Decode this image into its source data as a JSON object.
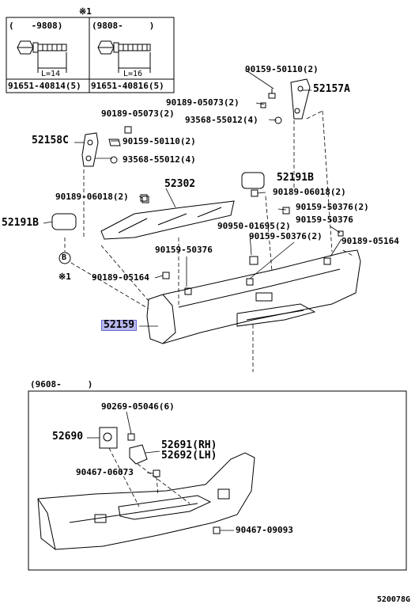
{
  "spec_table": {
    "note_mark": "※1",
    "col1_range": "(　　-9808)",
    "col2_range": "(9808-　　　)",
    "col1_length": "L=14",
    "col2_length": "L=16",
    "col1_part": "91651-40814(5)",
    "col2_part": "91651-40816(5)"
  },
  "callouts": {
    "p90159_50110_top": "90159-50110(2)",
    "p52157A": "52157A",
    "p90189_05073_a": "90189-05073(2)",
    "p93568_55012_a": "93568-55012(4)",
    "p90189_05073_b": "90189-05073(2)",
    "p52158C": "52158C",
    "p90159_50110_b": "90159-50110(2)",
    "p93568_55012_b": "93568-55012(4)",
    "p52191B_right": "52191B",
    "p52302": "52302",
    "p90189_06018_a": "90189-06018(2)",
    "p90189_06018_b": "90189-06018(2)",
    "p90159_50376_2": "90159-50376(2)",
    "p52191B_left": "52191B",
    "p90159_50376_c": "90159-50376",
    "p90950_01695": "90950-01695(2)",
    "p90159_50376_d": "90159-50376(2)",
    "p90189_05164_r": "90189-05164",
    "p90159_50376_e": "90159-50376",
    "note_b": "B",
    "note_mark2": "※1",
    "p90189_05164_l": "90189-05164",
    "p52159": "52159"
  },
  "inset": {
    "range": "(9608-　　　)",
    "p90269_05046": "90269-05046(6)",
    "p52690": "52690",
    "p52691": "52691(RH)",
    "p52692": "52692(LH)",
    "p90467_06073": "90467-06073",
    "p90467_09093": "90467-09093"
  },
  "footer_code": "520078G"
}
